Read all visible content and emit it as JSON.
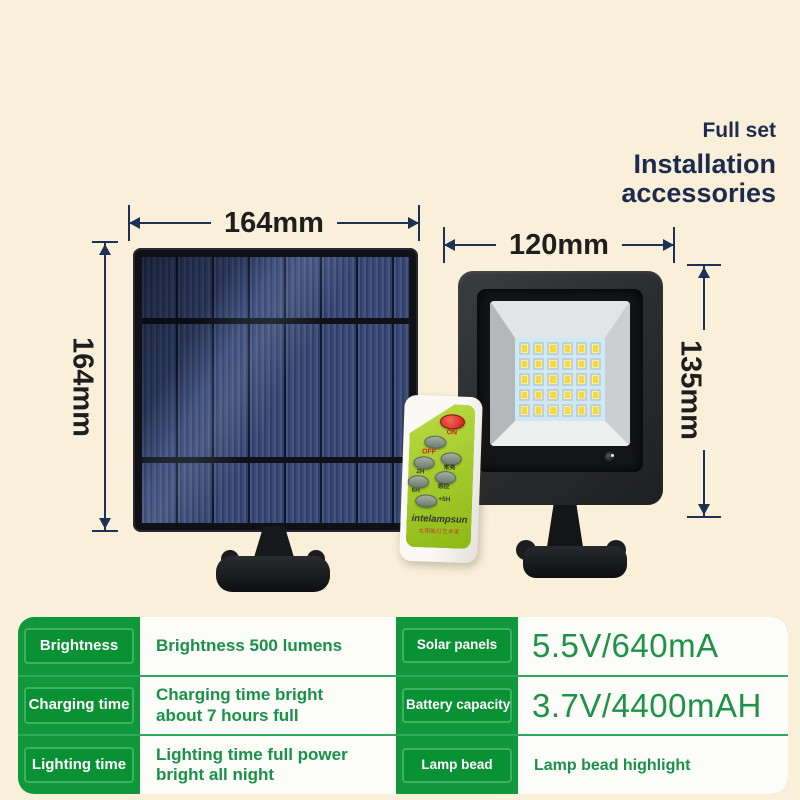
{
  "colors": {
    "background": "#faf0da",
    "header_navy": "#1c2b4e",
    "dimension_navy": "#1d3154",
    "table_green": "#11983c",
    "chip_green": "#0a9134",
    "value_text_green": "#1a9148",
    "remote_face_green": "#a4cc2e",
    "led_yellow": "#f4da3b",
    "led_panel_blue": "#cde9f4"
  },
  "header": {
    "full_set": "Full set",
    "title": "Installation accessories"
  },
  "dimensions": {
    "solar_width": "164mm",
    "solar_height": "164mm",
    "light_width": "120mm",
    "light_height": "135mm"
  },
  "light": {
    "led_rows": 5,
    "led_cols": 6
  },
  "remote": {
    "on": "ON",
    "off": "OFF",
    "btn_2h": "2H",
    "btn_mode1": "常亮",
    "btn_6h": "6H",
    "btn_mode2": "感应",
    "btn_5h": "+5H",
    "brand": "intelampsun",
    "tagline": "太阳能灯艺术家"
  },
  "spec_table": {
    "left": [
      {
        "label": "Brightness",
        "value": "Brightness 500 lumens"
      },
      {
        "label": "Charging time",
        "value": "Charging time bright about 7 hours full"
      },
      {
        "label": "Lighting time",
        "value": "Lighting time full power bright all night"
      }
    ],
    "right": [
      {
        "label": "Solar panels",
        "value": "5.5V/640mA"
      },
      {
        "label": "Battery capacity",
        "value": "3.7V/4400mAH"
      },
      {
        "label": "Lamp bead",
        "value": "Lamp bead highlight"
      }
    ]
  }
}
